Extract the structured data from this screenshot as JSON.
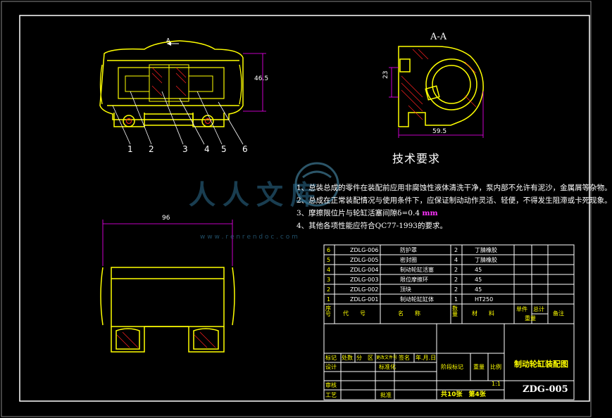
{
  "view_label": "A-A",
  "section_marker": "A",
  "dimensions": {
    "height_front": "46.5",
    "height_section": "23",
    "width_section": "59.5",
    "width_bottom": "96"
  },
  "leaders": [
    "1",
    "2",
    "3",
    "4",
    "5",
    "6"
  ],
  "requirements": {
    "title": "技术要求",
    "items": [
      "1、总装总成的零件在装配前应用非腐蚀性液体清洗干净，泵内部不允许有泥沙，金属屑等杂物。",
      "2、总成在正常装配情况与使用条件下，应保证制动动作灵活、轻便，不得发生阻滞或卡死现象。",
      "3、摩擦限位片与轮缸活塞间隙δ=0.4",
      "4、其他各项性能应符合QC77-1993的要求。"
    ],
    "unit": "mm"
  },
  "watermark": {
    "text": "人人文库",
    "url": "w w w . r e n r e n d o c . c o m"
  },
  "bom": {
    "rows": [
      {
        "no": "6",
        "code": "ZDLG-006",
        "name": "防护罩",
        "qty": "2",
        "material": "丁腈橡胶"
      },
      {
        "no": "5",
        "code": "ZDLG-005",
        "name": "密封圈",
        "qty": "4",
        "material": "丁腈橡胶"
      },
      {
        "no": "4",
        "code": "ZDLG-004",
        "name": "制动轮缸活塞",
        "qty": "2",
        "material": "45"
      },
      {
        "no": "3",
        "code": "ZDLG-003",
        "name": "限位摩擦环",
        "qty": "2",
        "material": "45"
      },
      {
        "no": "2",
        "code": "ZDLG-002",
        "name": "顶块",
        "qty": "2",
        "material": "45"
      },
      {
        "no": "1",
        "code": "ZDLG-001",
        "name": "制动轮缸缸体",
        "qty": "1",
        "material": "HT250"
      }
    ],
    "headers": {
      "no": "序号",
      "code": "代　　号",
      "name": "名　　称",
      "qty": "数量",
      "material": "材　　料",
      "unit_weight": "单件",
      "total_weight": "总计",
      "weight": "重量",
      "remark": "备注"
    }
  },
  "title_block": {
    "drawing_name": "制动轮缸装配图",
    "drawing_no": "ZDG-005",
    "scale": "1:1",
    "sheets": "共10张　第4张",
    "labels": {
      "mark": "标记",
      "count": "处数",
      "zone": "分　区",
      "change_doc": "更改文件号",
      "sign": "签名",
      "date": "年.月.日",
      "design": "设计",
      "standard": "标准化",
      "review": "审核",
      "process": "工艺",
      "approve": "批准",
      "stage_mark": "阶段标记",
      "weight": "重量",
      "ratio": "比例"
    }
  },
  "colors": {
    "outline": "#ffff00",
    "dimension": "#ff00ff",
    "frame": "#ffffff",
    "hatch": "#ff2020",
    "accent": "#00ffff"
  }
}
